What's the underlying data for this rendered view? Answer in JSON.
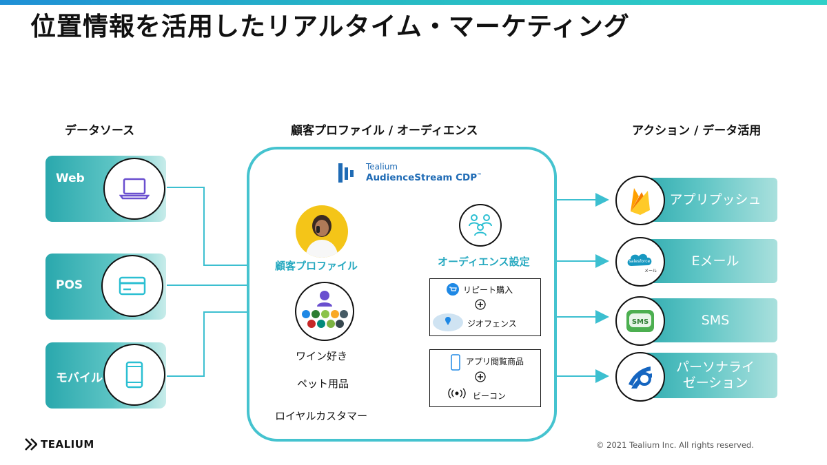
{
  "title": "位置情報を活用したリアルタイム・マーケティング",
  "columns": {
    "sources": "データソース",
    "profiles": "顧客プロファイル / オーディエンス",
    "actions": "アクション / データ活用"
  },
  "sources": [
    {
      "label": "Web",
      "icon": "laptop-icon"
    },
    {
      "label": "POS",
      "icon": "card-icon"
    },
    {
      "label": "モバイル",
      "icon": "smartphone-icon"
    }
  ],
  "cdp": {
    "brand_small": "Tealium",
    "brand_product": "AudienceStream CDP",
    "trademark": "™"
  },
  "profile": {
    "label": "顧客プロファイル",
    "attributes": [
      "ワイン好き",
      "ペット用品",
      "ロイヤルカスタマー"
    ]
  },
  "audience": {
    "label": "オーディエンス設定",
    "rule1": {
      "top": "リピート購入",
      "bottom": "ジオフェンス"
    },
    "rule2": {
      "top": "アプリ閲覧商品",
      "bottom": "ビーコン"
    },
    "salesforce_badge": "salesforce",
    "mail_badge": "メール",
    "sms_badge": "SMS"
  },
  "actions": [
    {
      "label": "アプリプッシュ",
      "icon": "firebase-icon"
    },
    {
      "label": "Eメール",
      "icon": "salesforce-icon"
    },
    {
      "label": "SMS",
      "icon": "sms-icon"
    },
    {
      "label": "パーソナライゼーション",
      "icon": "personalization-icon"
    }
  ],
  "footer": {
    "logo": "TEALIUM",
    "copyright": "© 2021  Tealium Inc. All rights reserved."
  },
  "colors": {
    "accent": "#27a9c0",
    "teal": "#2aa8ad",
    "box_border": "#45c3cf"
  }
}
